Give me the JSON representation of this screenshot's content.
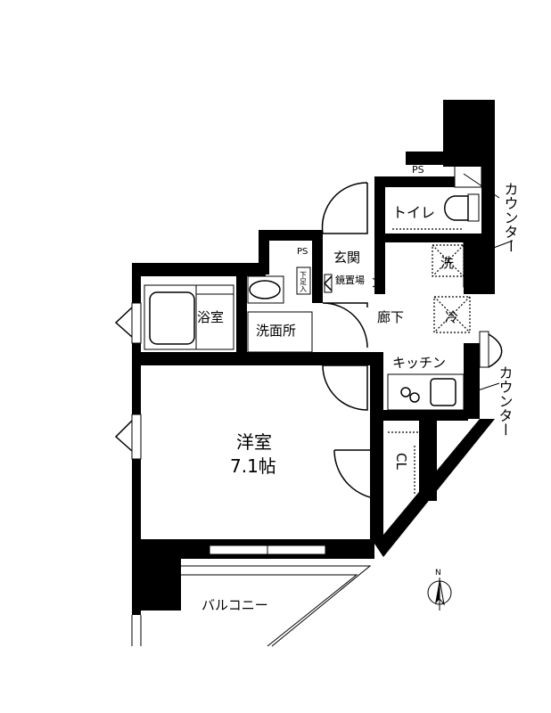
{
  "floorplan": {
    "rooms": {
      "toilet": "トイレ",
      "counter_top": "カウンター",
      "entrance": "玄関",
      "mirror_area": "鏡置場",
      "shoe_box": "下足入",
      "ps_top": "PS",
      "ps_left": "PS",
      "washer": "洗",
      "bathroom": "浴室",
      "washroom": "洗面所",
      "hallway": "廊下",
      "fridge": "冷",
      "kitchen": "キッチン",
      "counter_bottom": "カウンター",
      "western_room": "洋室",
      "western_room_size": "7.1帖",
      "closet": "CL",
      "balcony": "バルコニー"
    },
    "compass": "N"
  }
}
